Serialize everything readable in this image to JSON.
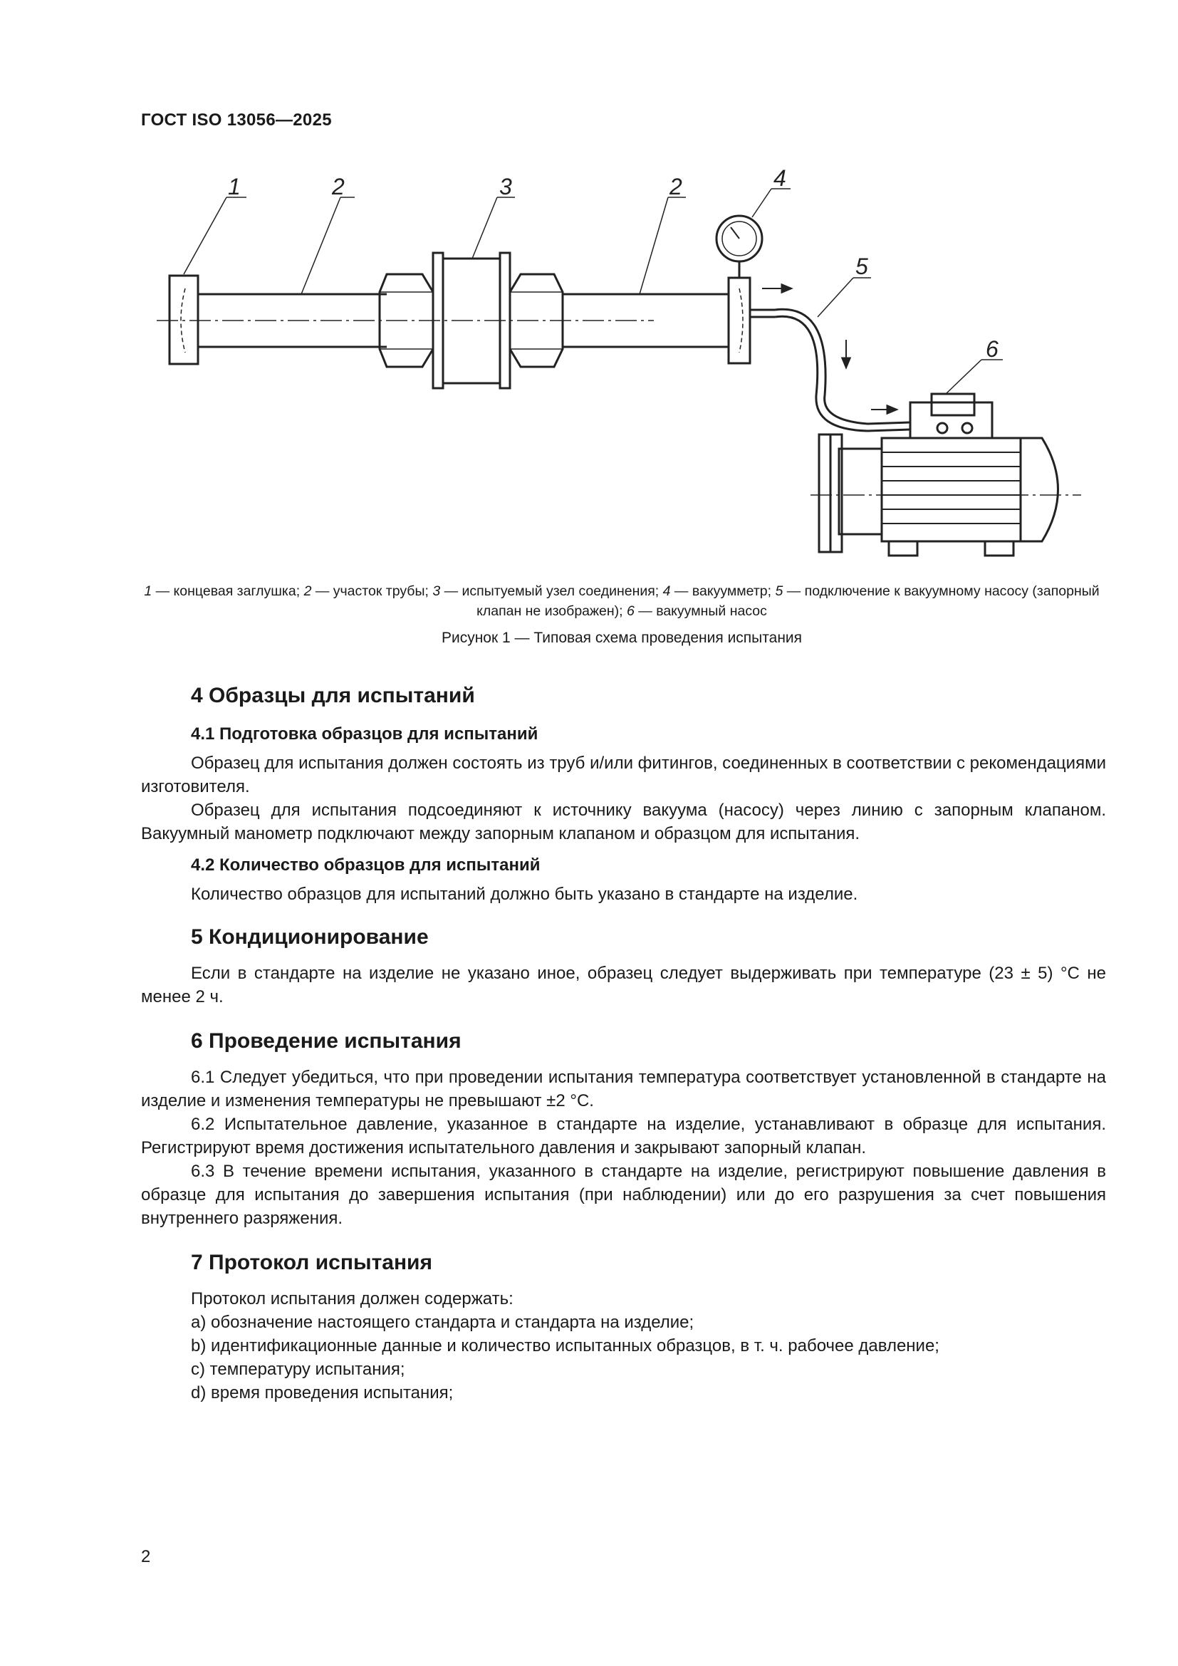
{
  "header": {
    "doc_id": "ГОСТ ISO 13056—2025"
  },
  "figure": {
    "labels": [
      "1",
      "2",
      "3",
      "2",
      "4",
      "5",
      "6"
    ],
    "legend_items": [
      {
        "num": "1",
        "text": " — концевая заглушка; "
      },
      {
        "num": "2",
        "text": " — участок трубы; "
      },
      {
        "num": "3",
        "text": " — испытуемый узел соединения; "
      },
      {
        "num": "4",
        "text": " — вакуумметр; "
      },
      {
        "num": "5",
        "text": " — подключение к вакуумному насосу (запорный клапан не изображен); "
      },
      {
        "num": "6",
        "text": " — вакуумный насос"
      }
    ],
    "title": "Рисунок 1 — Типовая схема проведения испытания"
  },
  "sections": {
    "s4": {
      "title": "4  Образцы для испытаний",
      "s41_title": "4.1  Подготовка образцов для испытаний",
      "p1": "Образец для испытания должен состоять из труб и/или фитингов, соединенных в соответствии с рекомендациями изготовителя.",
      "p2": "Образец для испытания подсоединяют к источнику вакуума (насосу) через линию с запорным клапаном. Вакуумный манометр подключают между запорным клапаном и образцом для испытания.",
      "s42_title": "4.2  Количество образцов для испытаний",
      "p3": "Количество образцов для испытаний должно быть указано в стандарте на изделие."
    },
    "s5": {
      "title": "5  Кондиционирование",
      "p1": "Если в стандарте на изделие не указано иное, образец следует выдерживать при температуре (23 ± 5) °С не менее 2 ч."
    },
    "s6": {
      "title": "6  Проведение испытания",
      "p1": "6.1 Следует убедиться, что при проведении испытания температура соответствует установленной в стандарте на изделие и изменения температуры не превышают ±2 °С.",
      "p2": "6.2 Испытательное давление, указанное в стандарте на изделие, устанавливают в образце для испытания. Регистрируют время достижения испытательного давления и закрывают запорный клапан.",
      "p3": "6.3 В течение времени испытания, указанного в стандарте на изделие, регистрируют повышение давления в образце для испытания до завершения испытания (при наблюдении) или до его разрушения за счет повышения внутреннего разряжения."
    },
    "s7": {
      "title": "7  Протокол испытания",
      "intro": "Протокол испытания должен содержать:",
      "items": [
        "a)  обозначение настоящего стандарта и стандарта на изделие;",
        "b)  идентификационные данные и количество испытанных образцов, в т. ч. рабочее давление;",
        "c)  температуру испытания;",
        "d)  время проведения испытания;"
      ]
    }
  },
  "footer": {
    "page_number": "2"
  }
}
